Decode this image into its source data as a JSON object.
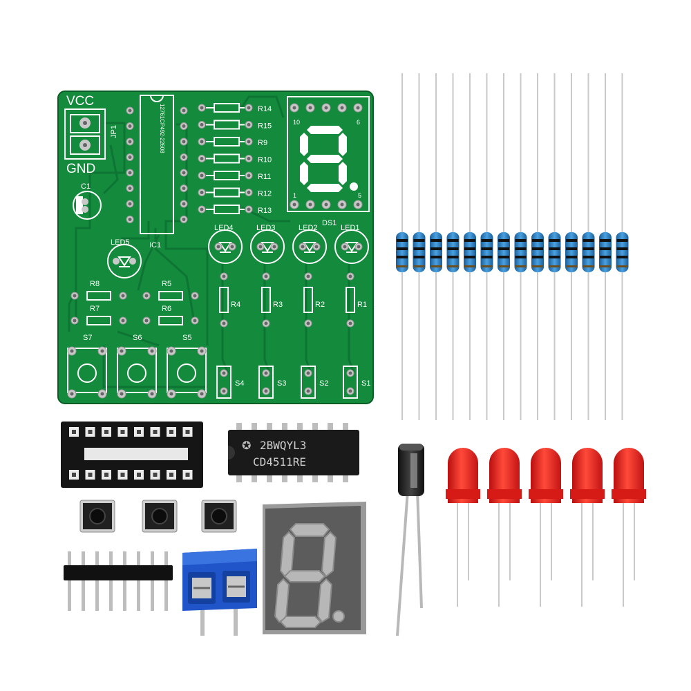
{
  "pcb": {
    "vcc": "VCC",
    "gnd": "GND",
    "jp1": "JP1",
    "c1": "C1",
    "ic1": "IC1",
    "ic_code": "12761CP492-22608",
    "ds1": "DS1",
    "ds_pin10": "10",
    "ds_pin6": "6",
    "ds_pin1": "1",
    "ds_pin5": "5",
    "resistors_right": [
      "R14",
      "R15",
      "R9",
      "R10",
      "R11",
      "R12",
      "R13"
    ],
    "leds_top": [
      "LED4",
      "LED3",
      "LED2",
      "LED1"
    ],
    "led5": "LED5",
    "resistors_vertical": [
      "R4",
      "R3",
      "R2",
      "R1"
    ],
    "resistors_left": [
      "R8",
      "R7",
      "R5",
      "R6"
    ],
    "switches_big": [
      "S7",
      "S6",
      "S5"
    ],
    "switches_small": [
      "S4",
      "S3",
      "S2",
      "S1"
    ]
  },
  "chip": {
    "line1": "2BWQYL3",
    "line2": "CD4511RE"
  },
  "colors": {
    "pcb_green": "#138a3c",
    "pcb_dark": "#0d6a2c",
    "resistor_blue": "#2b7fc0",
    "led_red": "#e8231f",
    "terminal_blue": "#1f55c8"
  },
  "parts": {
    "resistor_count": 14,
    "led_count": 5,
    "button_count": 3,
    "header_pins": 8
  }
}
